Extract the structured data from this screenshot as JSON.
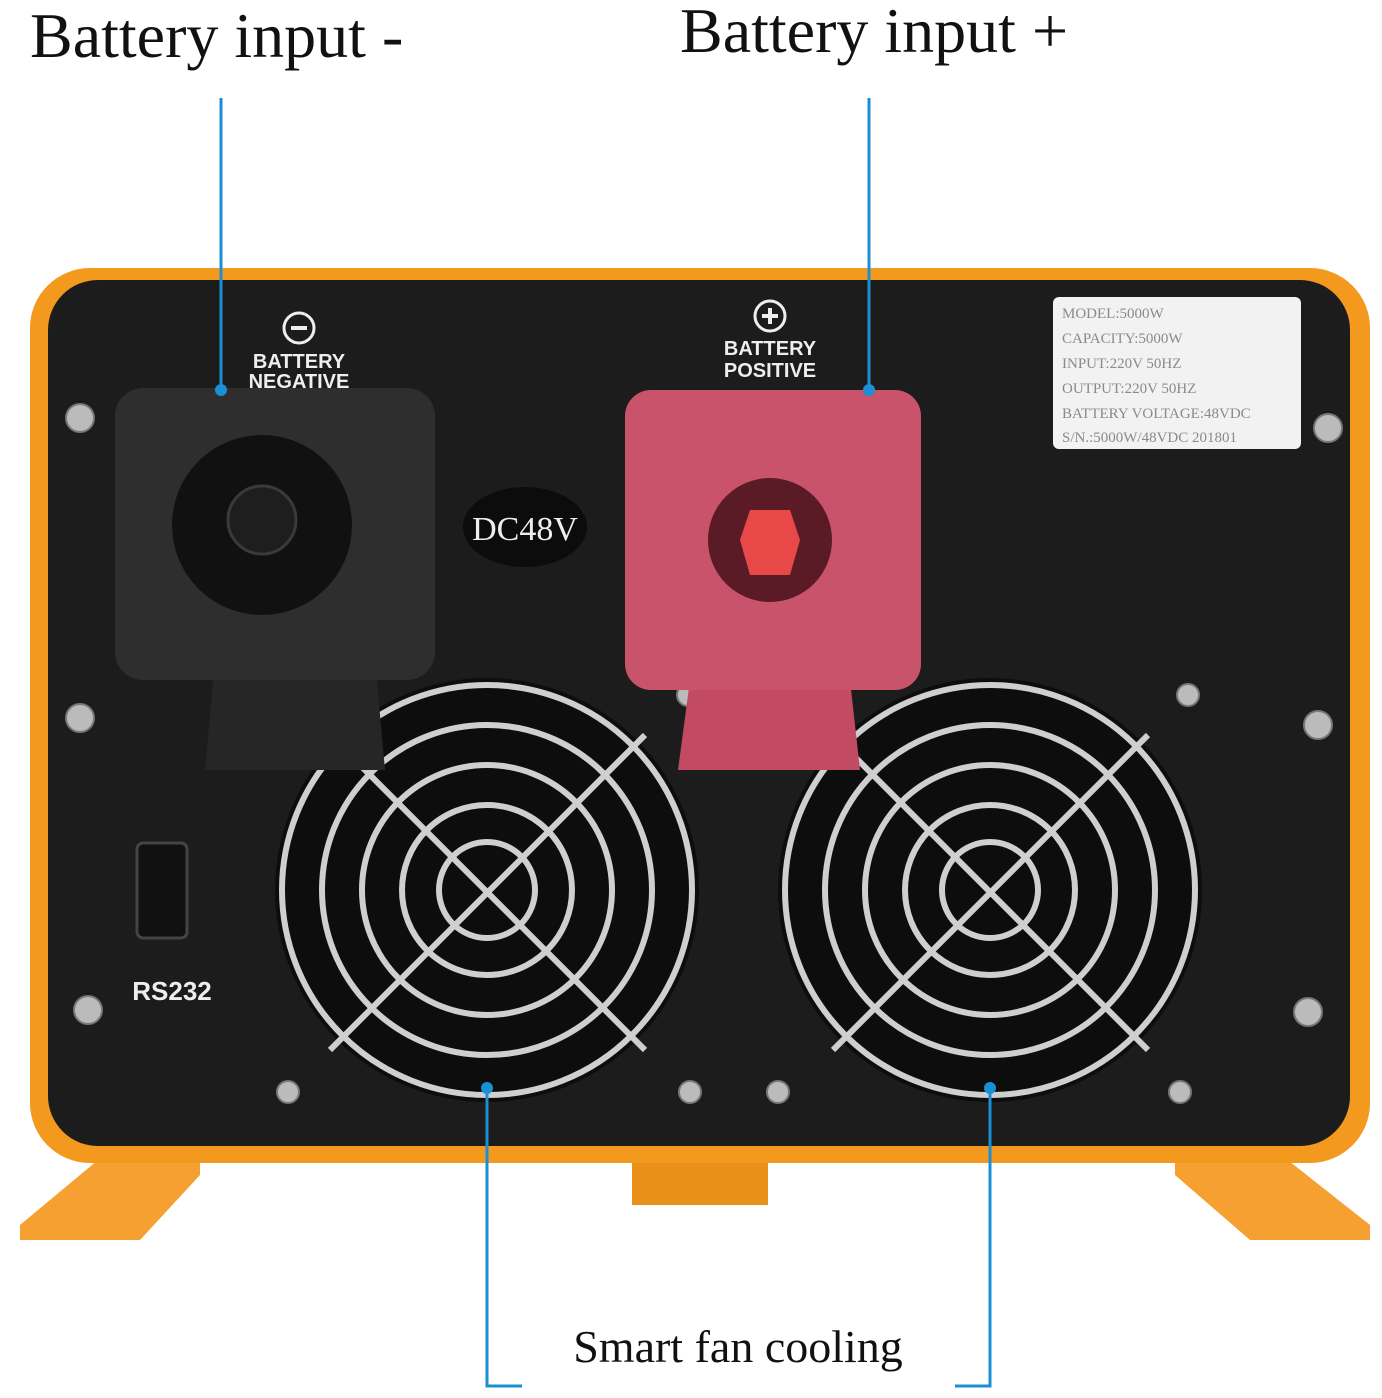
{
  "callouts": {
    "battery_negative": "Battery input -",
    "battery_positive": "Battery input +",
    "fan": "Smart fan cooling"
  },
  "panel": {
    "negative_label_1": "BATTERY",
    "negative_label_2": "NEGATIVE",
    "positive_label_1": "BATTERY",
    "positive_label_2": "POSITIVE",
    "voltage_badge": "DC48V",
    "port_label": "RS232"
  },
  "spec_label": {
    "lines": [
      "MODEL:5000W",
      "CAPACITY:5000W",
      "INPUT:220V 50HZ",
      "OUTPUT:220V 50HZ",
      "BATTERY VOLTAGE:48VDC",
      "S/N.:5000W/48VDC 201801"
    ]
  },
  "colors": {
    "housing": "#f39a1e",
    "panel": "#1c1c1c",
    "callout_line": "#1a8fd6",
    "negative_terminal": "#2a2a2a",
    "positive_terminal": "#c9536a"
  }
}
